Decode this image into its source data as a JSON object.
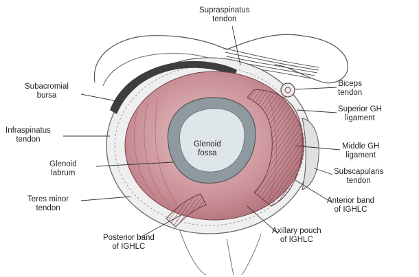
{
  "labels": {
    "supraspinatus": [
      "Supraspinatus",
      "tendon"
    ],
    "subacromial": [
      "Subacromial",
      "bursa"
    ],
    "biceps": [
      "Biceps",
      "tendon"
    ],
    "superior_gh": [
      "Superior GH",
      "ligament"
    ],
    "infraspinatus": [
      "Infraspinatus",
      "tendon"
    ],
    "glenoid_fossa": [
      "Glenoid",
      "fossa"
    ],
    "middle_gh": [
      "Middle GH",
      "ligament"
    ],
    "glenoid_labrum": [
      "Glenoid",
      "labrum"
    ],
    "subscapularis": [
      "Subscapularis",
      "tendon"
    ],
    "teres_minor": [
      "Teres minor",
      "tendon"
    ],
    "anterior_band": [
      "Anterior band",
      "of IGHLC"
    ],
    "axillary_pouch": [
      "Axillary pouch",
      "of IGHLC"
    ],
    "posterior_band": [
      "Posterior band",
      "of IGHLC"
    ]
  }
}
